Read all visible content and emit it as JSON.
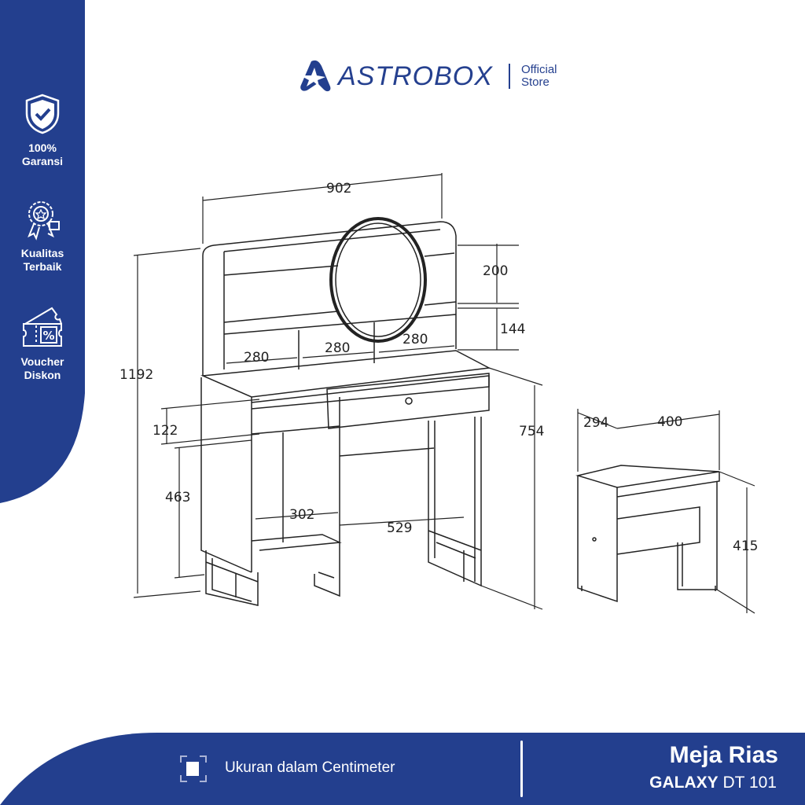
{
  "brand": {
    "name": "ASTROBOX",
    "tag_line1": "Official",
    "tag_line2": "Store"
  },
  "sidebar": {
    "items": [
      {
        "icon": "shield-check-icon",
        "line1": "100%",
        "line2": "Garansi"
      },
      {
        "icon": "award-badge-icon",
        "line1": "Kualitas",
        "line2": "Terbaik"
      },
      {
        "icon": "voucher-ticket-icon",
        "line1": "Voucher",
        "line2": "Diskon"
      }
    ]
  },
  "dimensions": {
    "width": "902",
    "shelf_h": "200",
    "gap_h": "144",
    "comp1": "280",
    "comp2": "280",
    "comp3": "280",
    "total_h": "1192",
    "drawer_h": "122",
    "cab_h": "463",
    "cab_w": "302",
    "leg_w": "529",
    "desk_h": "754",
    "stool_d": "294",
    "stool_w": "400",
    "stool_h": "415"
  },
  "footer": {
    "note": "Ukuran dalam Centimeter",
    "title": "Meja Rias",
    "model_bold": "GALAXY",
    "model": "DT 101"
  },
  "colors": {
    "brand": "#233f8e"
  }
}
